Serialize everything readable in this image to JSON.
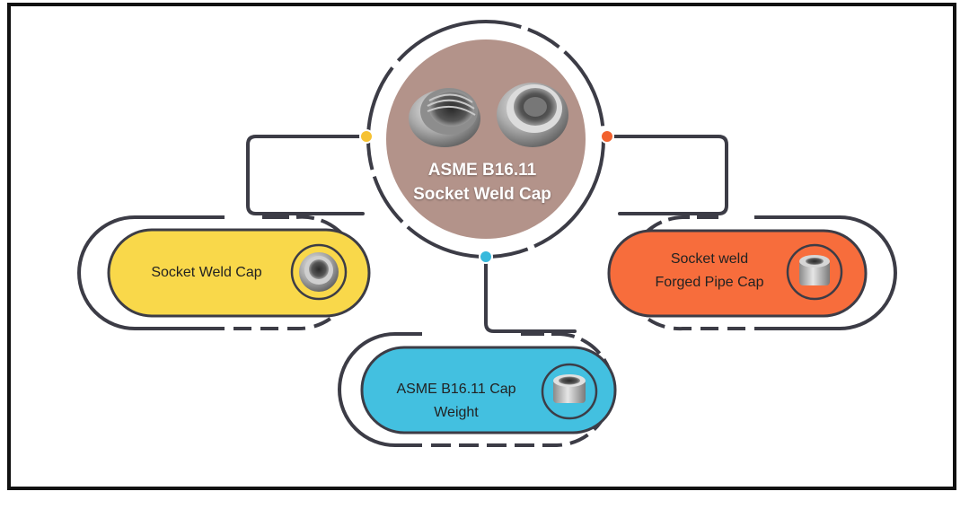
{
  "center": {
    "title_line1": "ASME B16.11",
    "title_line2": "Socket Weld Cap",
    "image_icon": "pipe-cap-photo-icon"
  },
  "nodes": {
    "left": {
      "label": "Socket Weld Cap",
      "icon": "socket-weld-cap-icon"
    },
    "right": {
      "label_line1": "Socket weld",
      "label_line2": "Forged Pipe Cap",
      "icon": "forged-pipe-cap-icon"
    },
    "bottom": {
      "label": "ASME B16.11 Cap Weight",
      "icon": "cap-weight-icon"
    }
  },
  "colors": {
    "yellow": "#f9d84a",
    "orange": "#f76d3c",
    "blue": "#43c0e0",
    "center_bg": "#b3938a",
    "line": "#3c3c46",
    "dot_yellow": "#f6c233",
    "dot_orange": "#f2622f",
    "dot_blue": "#38b9dc"
  }
}
